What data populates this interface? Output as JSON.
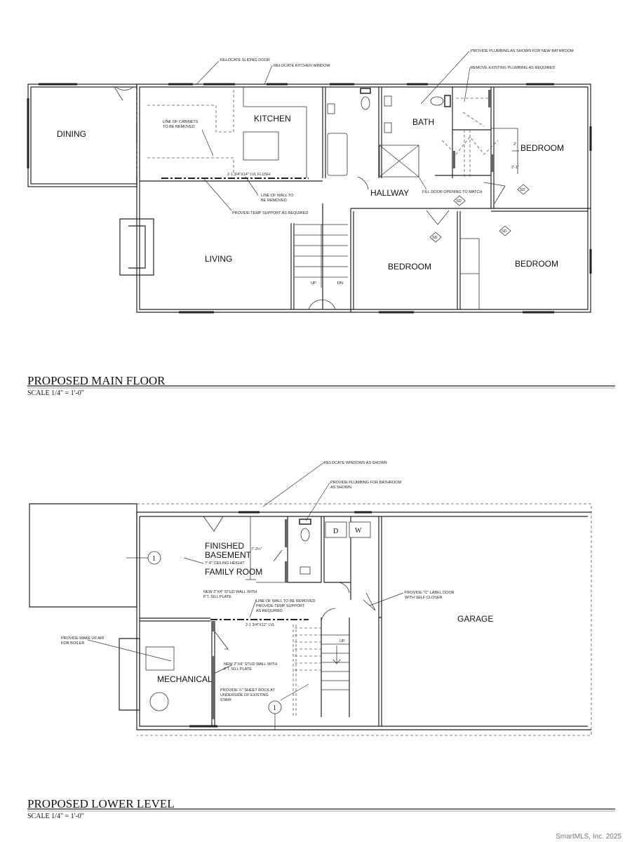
{
  "main_floor": {
    "title": "PROPOSED MAIN FLOOR",
    "scale": "SCALE 1/4\" = 1'-0\"",
    "rooms": {
      "dining": "DINING",
      "kitchen": "KITCHEN",
      "bath": "BATH",
      "bedroom1": "BEDROOM",
      "hallway": "HALLWAY",
      "living": "LIVING",
      "bedroom2": "BEDROOM",
      "bedroom3": "BEDROOM"
    },
    "notes": {
      "sliding_door": "RELOCATE SLIDING DOOR",
      "kitchen_window": "RELOCATE KITCHEN WINDOW",
      "cabinets_1": "LINE OF CABINETS",
      "cabinets_2": "TO BE REMOVED",
      "lvl": "2-1 3/4\"X14\" LVL FLUSH",
      "wall_removed_1": "LINE OF WALL TO",
      "wall_removed_2": "BE REMOVED",
      "temp_support": "PROVIDE TEMP SUPPORT AS REQUIRED",
      "plumbing_new": "PROVIDE PLUMBING AS SHOWN FOR NEW BATHROOM",
      "plumbing_remove": "REMOVE EXISTING PLUMBING AS REQUIRED",
      "fill_door": "FILL DOOR OPENING TO MATCH",
      "up": "UP",
      "dn": "DN",
      "smoke": "SD",
      "dim1": "2'",
      "dim2": "2'-1\""
    }
  },
  "lower_level": {
    "title": "PROPOSED LOWER LEVEL",
    "scale": "SCALE 1/4\" = 1'-0\"",
    "rooms": {
      "finished_1": "FINISHED",
      "finished_2": "BASEMENT",
      "family": "FAMILY ROOM",
      "mechanical": "MECHANICAL",
      "garage": "GARAGE",
      "dryer": "D",
      "washer": "W"
    },
    "notes": {
      "relocate_windows": "RELOCATE WINDOWS AS SHOWN",
      "plumbing_1": "PROVIDE PLUMBING FOR BATHROOM",
      "plumbing_2": "AS SHOWN",
      "ceiling": "7'-8\" CEILING HEIGHT",
      "dim": "7'-2½\"",
      "stud1_1": "NEW 2\"X4\" STUD WALL WITH",
      "stud1_2": "P.T.   SILL PLATE",
      "wall_1": "LINE OF WALL TO BE REMOVED",
      "wall_2": "PROVIDE TEMP SUPPORT",
      "wall_3": "AS REQUIRED",
      "lvl": "2-1 3/4\"X12\" LVL",
      "c_door_1": "PROVIDE \"C\" LABEL DOOR",
      "c_door_2": "WITH SELF CLOSER",
      "makeup_1": "PROVIDE MAKE UP AIR",
      "makeup_2": "FOR BOILER",
      "stud2_1": "NEW 2\"X4\" STUD WALL WITH",
      "stud2_2": "P.T.   SILL PLATE",
      "sheetrock_1": "PROVIDE ½\" SHEET ROCK AT",
      "sheetrock_2": "UNDERSIDE OF EXISTING",
      "sheetrock_3": "STAIR",
      "up": "UP",
      "section": "1"
    }
  },
  "footer": "SmartMLS, Inc. 2025"
}
